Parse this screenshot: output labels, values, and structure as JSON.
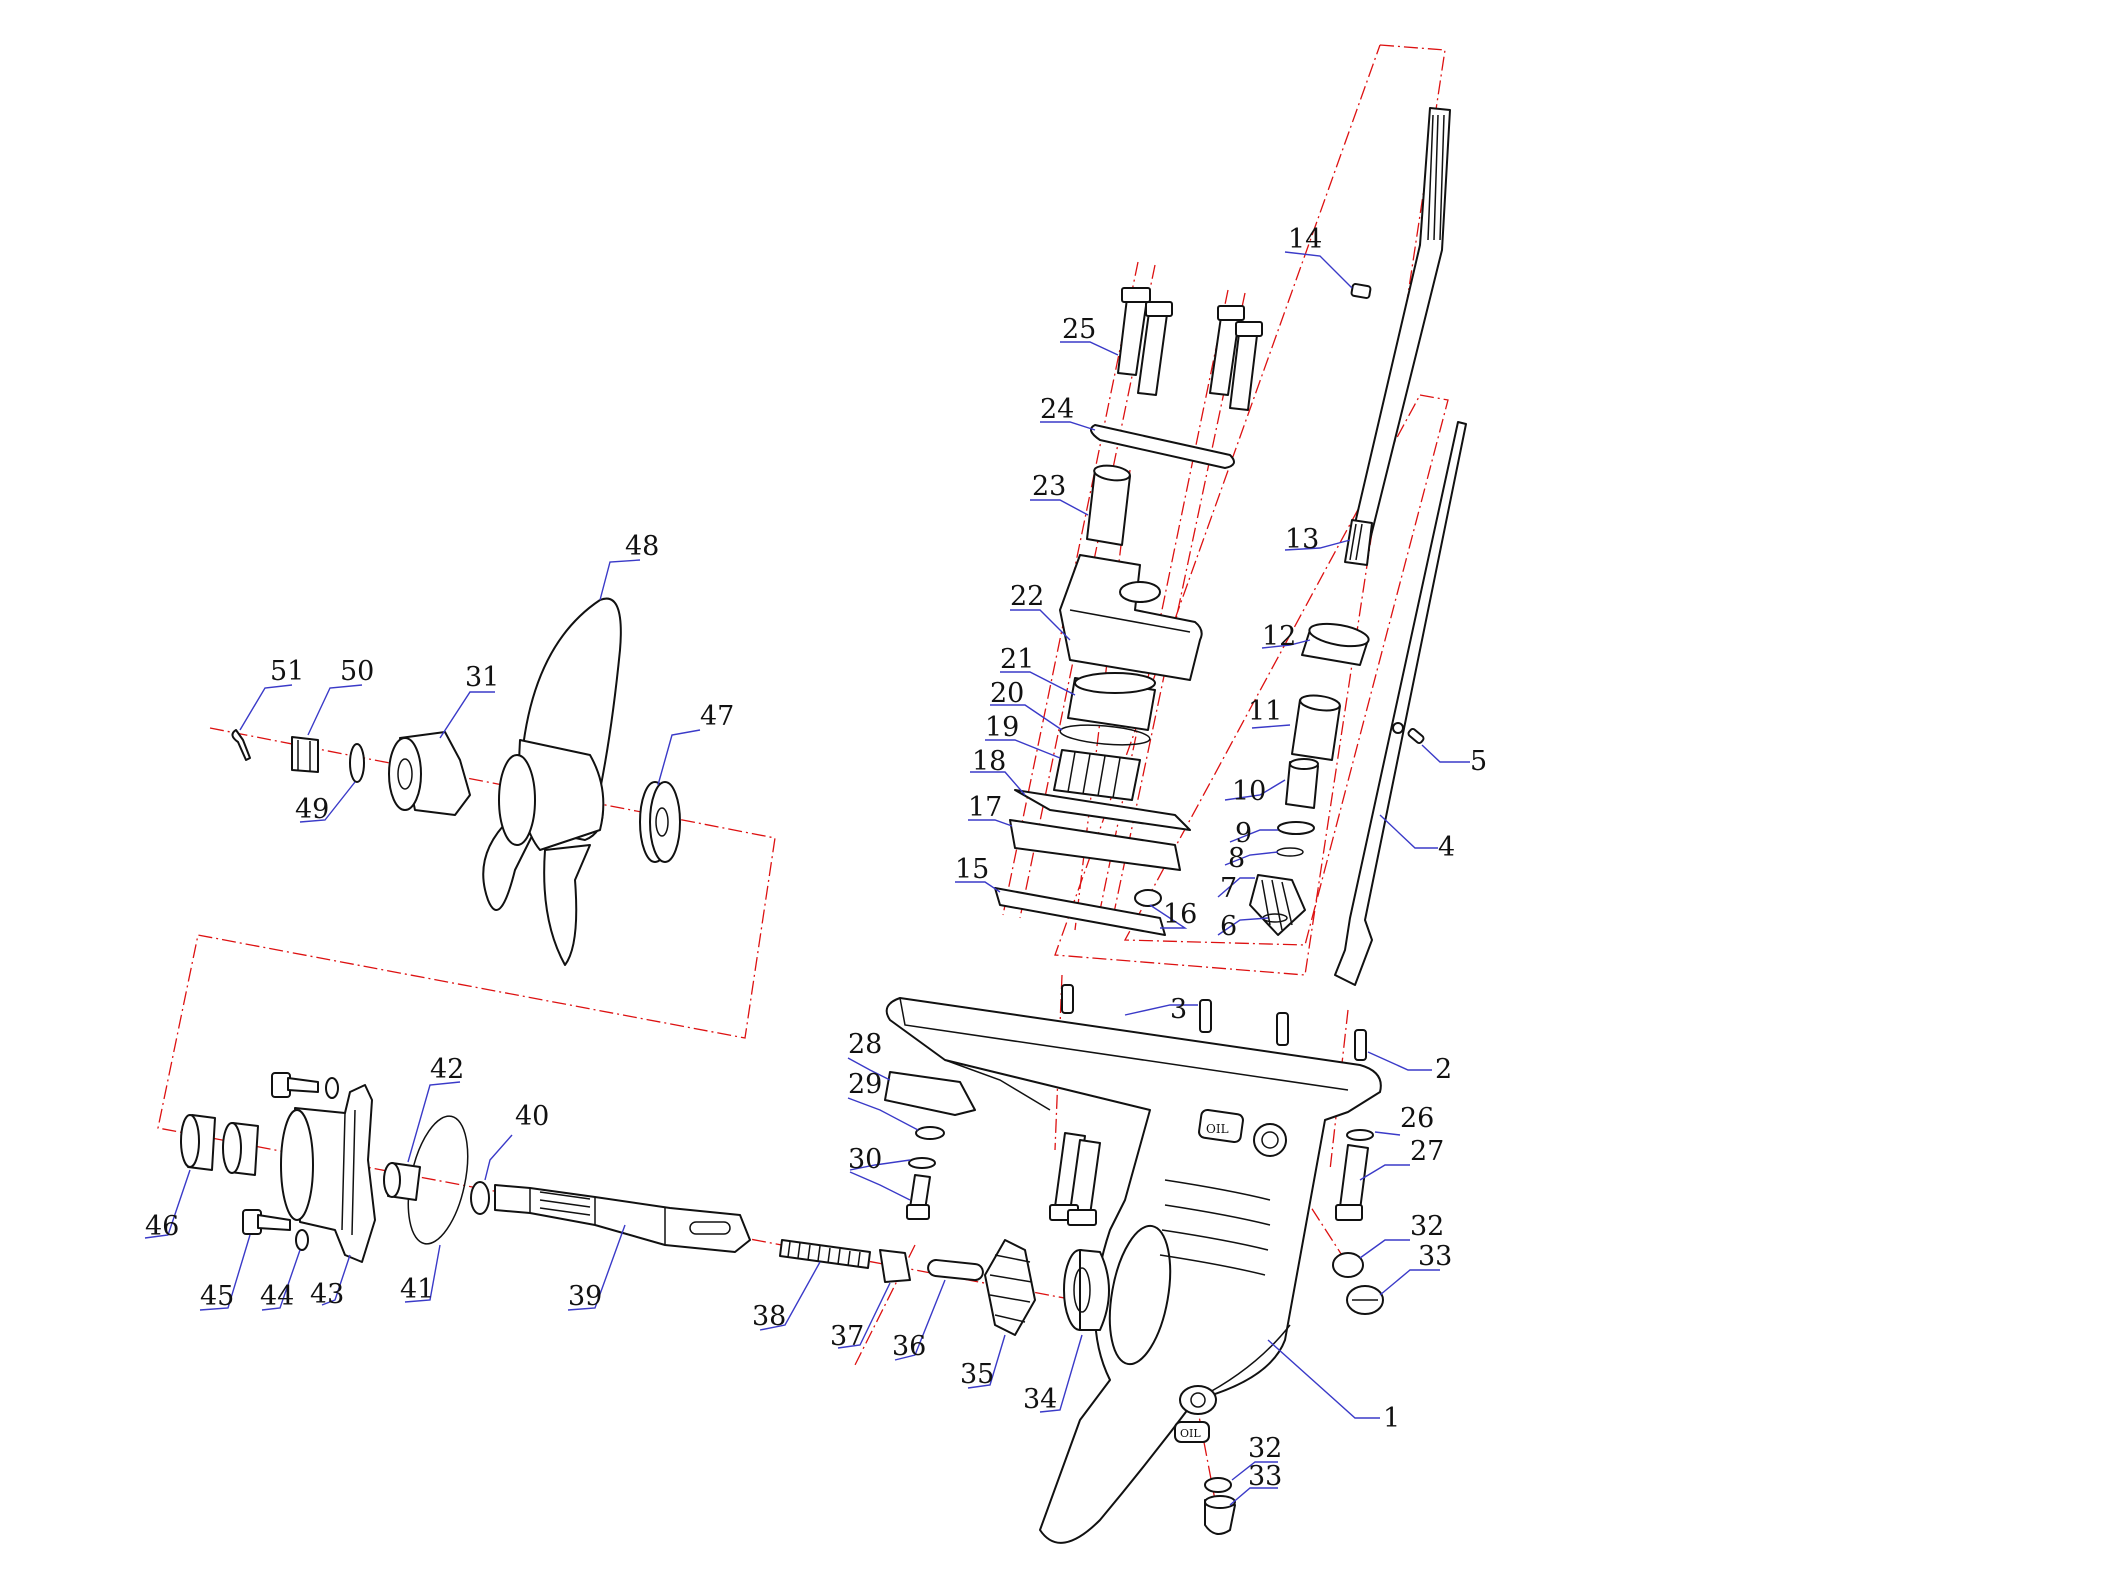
{
  "colors": {
    "line": "#111111",
    "axis": "#dd1111",
    "leader": "#3a3ac8",
    "background": "#ffffff"
  },
  "callouts": [
    {
      "id": "1",
      "label": "1"
    },
    {
      "id": "2",
      "label": "2"
    },
    {
      "id": "3",
      "label": "3"
    },
    {
      "id": "4",
      "label": "4"
    },
    {
      "id": "5",
      "label": "5"
    },
    {
      "id": "6",
      "label": "6"
    },
    {
      "id": "7",
      "label": "7"
    },
    {
      "id": "8",
      "label": "8"
    },
    {
      "id": "9",
      "label": "9"
    },
    {
      "id": "10",
      "label": "10"
    },
    {
      "id": "11",
      "label": "11"
    },
    {
      "id": "12",
      "label": "12"
    },
    {
      "id": "13",
      "label": "13"
    },
    {
      "id": "14",
      "label": "14"
    },
    {
      "id": "15",
      "label": "15"
    },
    {
      "id": "16",
      "label": "16"
    },
    {
      "id": "17",
      "label": "17"
    },
    {
      "id": "18",
      "label": "18"
    },
    {
      "id": "19",
      "label": "19"
    },
    {
      "id": "20",
      "label": "20"
    },
    {
      "id": "21",
      "label": "21"
    },
    {
      "id": "22",
      "label": "22"
    },
    {
      "id": "23",
      "label": "23"
    },
    {
      "id": "24",
      "label": "24"
    },
    {
      "id": "25",
      "label": "25"
    },
    {
      "id": "26",
      "label": "26"
    },
    {
      "id": "27",
      "label": "27"
    },
    {
      "id": "28",
      "label": "28"
    },
    {
      "id": "29",
      "label": "29"
    },
    {
      "id": "30",
      "label": "30"
    },
    {
      "id": "31",
      "label": "31"
    },
    {
      "id": "32a",
      "label": "32"
    },
    {
      "id": "32b",
      "label": "32"
    },
    {
      "id": "33a",
      "label": "33"
    },
    {
      "id": "33b",
      "label": "33"
    },
    {
      "id": "34",
      "label": "34"
    },
    {
      "id": "35",
      "label": "35"
    },
    {
      "id": "36",
      "label": "36"
    },
    {
      "id": "37",
      "label": "37"
    },
    {
      "id": "38",
      "label": "38"
    },
    {
      "id": "39",
      "label": "39"
    },
    {
      "id": "40",
      "label": "40"
    },
    {
      "id": "41",
      "label": "41"
    },
    {
      "id": "42",
      "label": "42"
    },
    {
      "id": "43",
      "label": "43"
    },
    {
      "id": "44",
      "label": "44"
    },
    {
      "id": "45",
      "label": "45"
    },
    {
      "id": "46",
      "label": "46"
    },
    {
      "id": "47",
      "label": "47"
    },
    {
      "id": "48",
      "label": "48"
    },
    {
      "id": "49",
      "label": "49"
    },
    {
      "id": "50",
      "label": "50"
    },
    {
      "id": "51",
      "label": "51"
    }
  ],
  "housing_marks": {
    "top_mark": "OIL",
    "side_mark": "OIL"
  }
}
